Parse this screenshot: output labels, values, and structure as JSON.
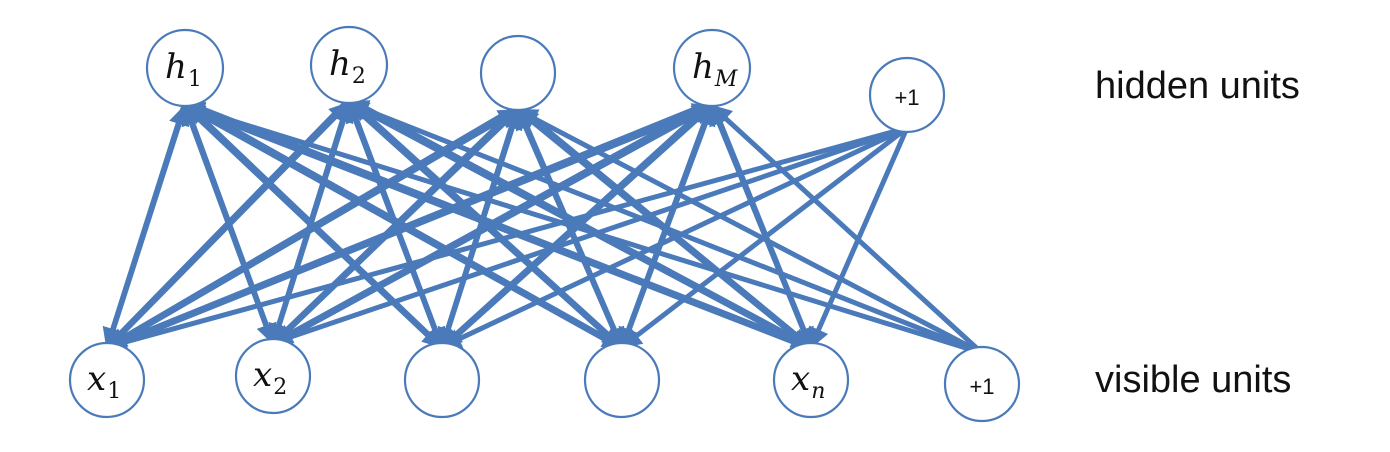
{
  "layers": {
    "hidden": {
      "label": "hidden units",
      "nodes": [
        {
          "id": "h1",
          "main": "h",
          "sub": "1"
        },
        {
          "id": "h2",
          "main": "h",
          "sub": "2"
        },
        {
          "id": "h3",
          "main": "",
          "sub": ""
        },
        {
          "id": "hM",
          "main": "h",
          "sub": "M"
        },
        {
          "id": "hb",
          "main": "",
          "sub": "",
          "plain": "+1"
        }
      ]
    },
    "visible": {
      "label": "visible units",
      "nodes": [
        {
          "id": "x1",
          "main": "x",
          "sub": "1"
        },
        {
          "id": "x2",
          "main": "x",
          "sub": "2"
        },
        {
          "id": "x3",
          "main": "",
          "sub": ""
        },
        {
          "id": "x4",
          "main": "",
          "sub": ""
        },
        {
          "id": "xn",
          "main": "x",
          "sub": "n"
        },
        {
          "id": "xb",
          "main": "",
          "sub": "",
          "plain": "+1"
        }
      ]
    }
  },
  "colors": {
    "edge": "#4a7ab9",
    "node_stroke": "#4a7ab9",
    "text": "#111111"
  }
}
